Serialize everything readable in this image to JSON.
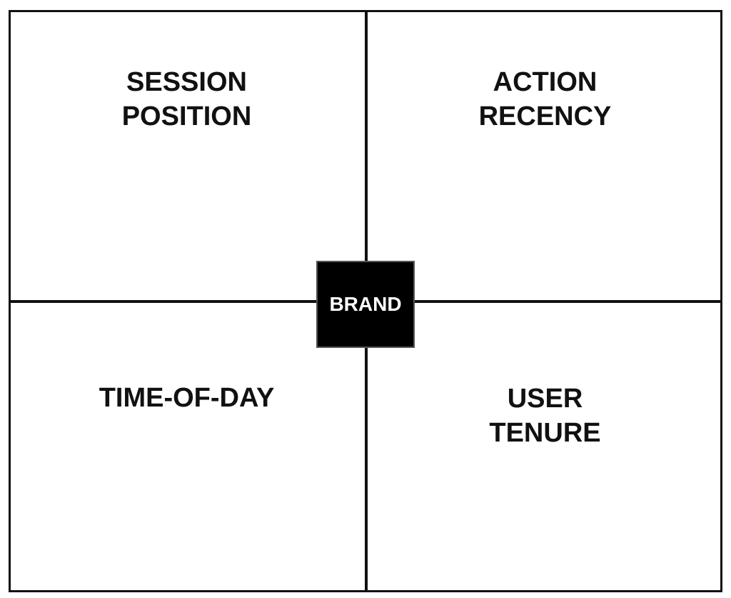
{
  "quadrants": {
    "top_left": "SESSION\nPOSITION",
    "top_right": "ACTION\nRECENCY",
    "bottom_left": "TIME-OF-DAY",
    "bottom_right": "USER\nTENURE"
  },
  "center": {
    "label": "BRAND"
  },
  "colors": {
    "line": "#111111",
    "center_fill": "#000000",
    "center_text": "#ffffff",
    "background": "#ffffff"
  }
}
